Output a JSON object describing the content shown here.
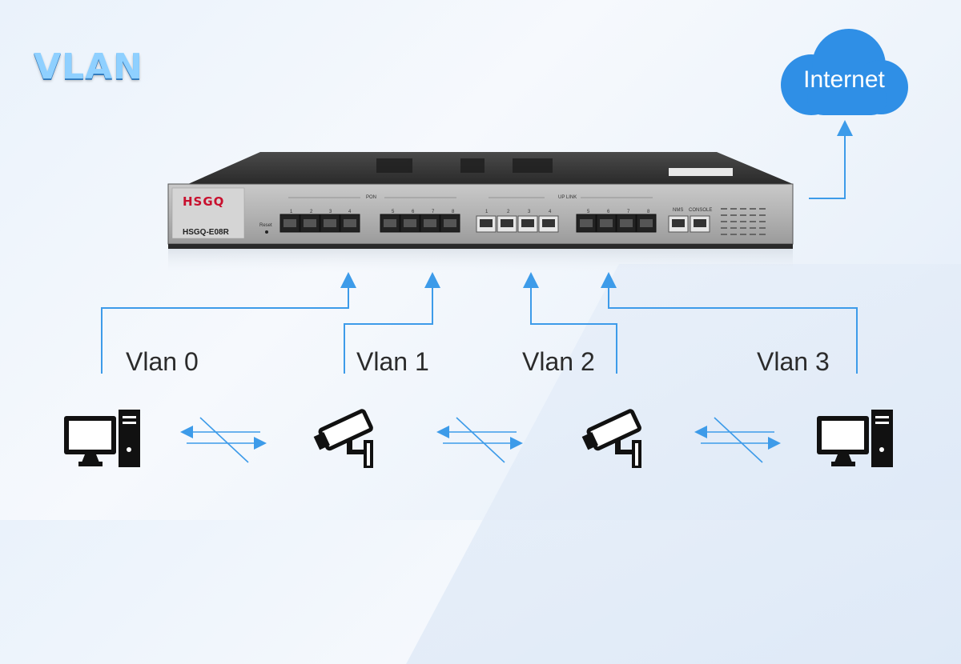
{
  "title": "VLAN",
  "cloud": {
    "label": "Internet"
  },
  "device": {
    "brand": "HSGQ",
    "model": "HSGQ-E08R",
    "reset_label": "Reset",
    "pon_label": "PON",
    "uplink_label": "UP LINK",
    "nms_label": "NMS",
    "console_label": "CONSOLE",
    "pon_port_numbers": [
      "1",
      "2",
      "3",
      "4",
      "5",
      "6",
      "7",
      "8"
    ],
    "uplink_port_numbers": [
      "1",
      "2",
      "3",
      "4",
      "5",
      "6",
      "7",
      "8"
    ]
  },
  "vlans": [
    {
      "label": "Vlan 0"
    },
    {
      "label": "Vlan 1"
    },
    {
      "label": "Vlan 2"
    },
    {
      "label": "Vlan 3"
    }
  ],
  "endpoints": [
    {
      "icon": "computer-icon"
    },
    {
      "icon": "security-camera-icon"
    },
    {
      "icon": "security-camera-icon"
    },
    {
      "icon": "computer-icon"
    }
  ],
  "colors": {
    "accent": "#3d9be9",
    "cloud": "#2f8fe6",
    "brand_red": "#c8102e"
  }
}
